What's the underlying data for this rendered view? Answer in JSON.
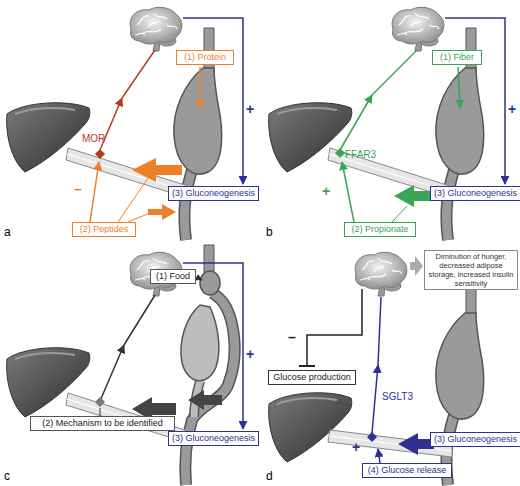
{
  "diagram": {
    "nodes": [
      {
        "text": [
          "(1) Protein"
        ]
      },
      {
        "text": [
          "(2) Peptides"
        ]
      },
      {
        "text": [
          "(3) Gluconeogenesis"
        ]
      },
      {
        "text": [
          "(1) Fiber"
        ]
      },
      {
        "text": [
          "(2) Propionate"
        ]
      },
      {
        "text": [
          "(3) Gluconeogenesis"
        ]
      },
      {
        "text": [
          "(1) Food"
        ]
      },
      {
        "text": [
          "(2) Mechanism to be identified"
        ]
      },
      {
        "text": [
          "(3) Gluconeogenesis"
        ]
      },
      {
        "text": [
          "Diminution of hunger, decreased adipose storage, increased insulin sensitivity"
        ]
      },
      {
        "text": [
          "Glucose production"
        ]
      },
      {
        "text": [
          "(3) Gluconeogenesis"
        ]
      },
      {
        "text": [
          "(4) Glucose release"
        ]
      }
    ],
    "labels": [
      "MOR",
      "–",
      "+",
      "a",
      "FFAR3",
      "+",
      "+",
      "b",
      "+",
      "c",
      "–",
      "SGLT3",
      "+",
      "d"
    ]
  }
}
